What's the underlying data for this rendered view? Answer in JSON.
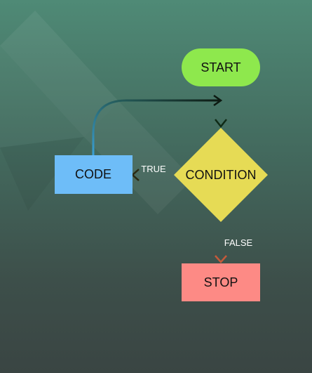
{
  "nodes": {
    "start": {
      "label": "START",
      "color": "#8ee84d"
    },
    "condition": {
      "label": "CONDITION",
      "color": "#e6db55"
    },
    "code": {
      "label": "CODE",
      "color": "#6ebdf8"
    },
    "stop": {
      "label": "STOP",
      "color": "#fd8a85"
    }
  },
  "edges": {
    "true_label": "TRUE",
    "false_label": "FALSE"
  },
  "colors": {
    "text": "#111111",
    "edge_label": "#ffffff"
  }
}
